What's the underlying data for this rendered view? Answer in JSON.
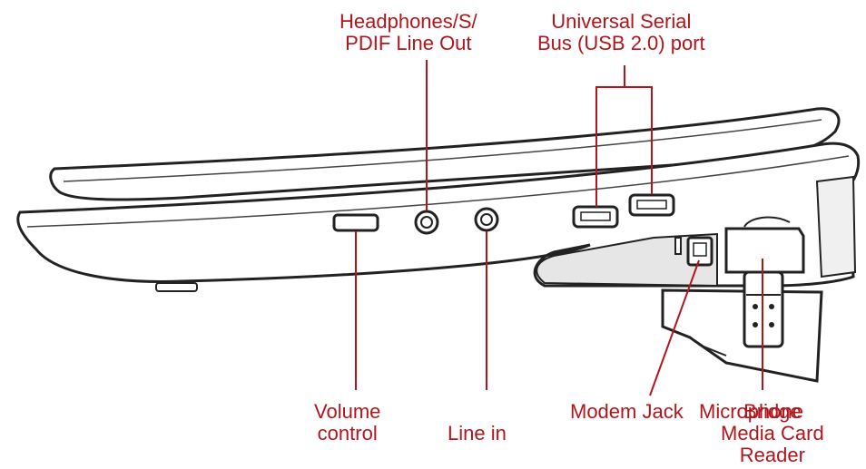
{
  "labels": {
    "headphones": {
      "line1": "Headphones/S/",
      "line2": "PDIF Line Out"
    },
    "usb": {
      "line1": "Universal Serial",
      "line2": "Bus (USB 2.0) port"
    },
    "volume": {
      "line1": "Volume",
      "line2": "control"
    },
    "line_in": {
      "line1": "Line in"
    },
    "modem_jack": {
      "line1": "Modem Jack"
    },
    "microphone": {
      "line1": "Microphone"
    },
    "bridge_media": {
      "line1": "Bridge",
      "line2": "Media Card",
      "line3": "Reader"
    }
  },
  "colors": {
    "callout": "#b3151c",
    "outline": "#222222",
    "fill": "#ffffff",
    "shade": "#e6e6e6"
  }
}
